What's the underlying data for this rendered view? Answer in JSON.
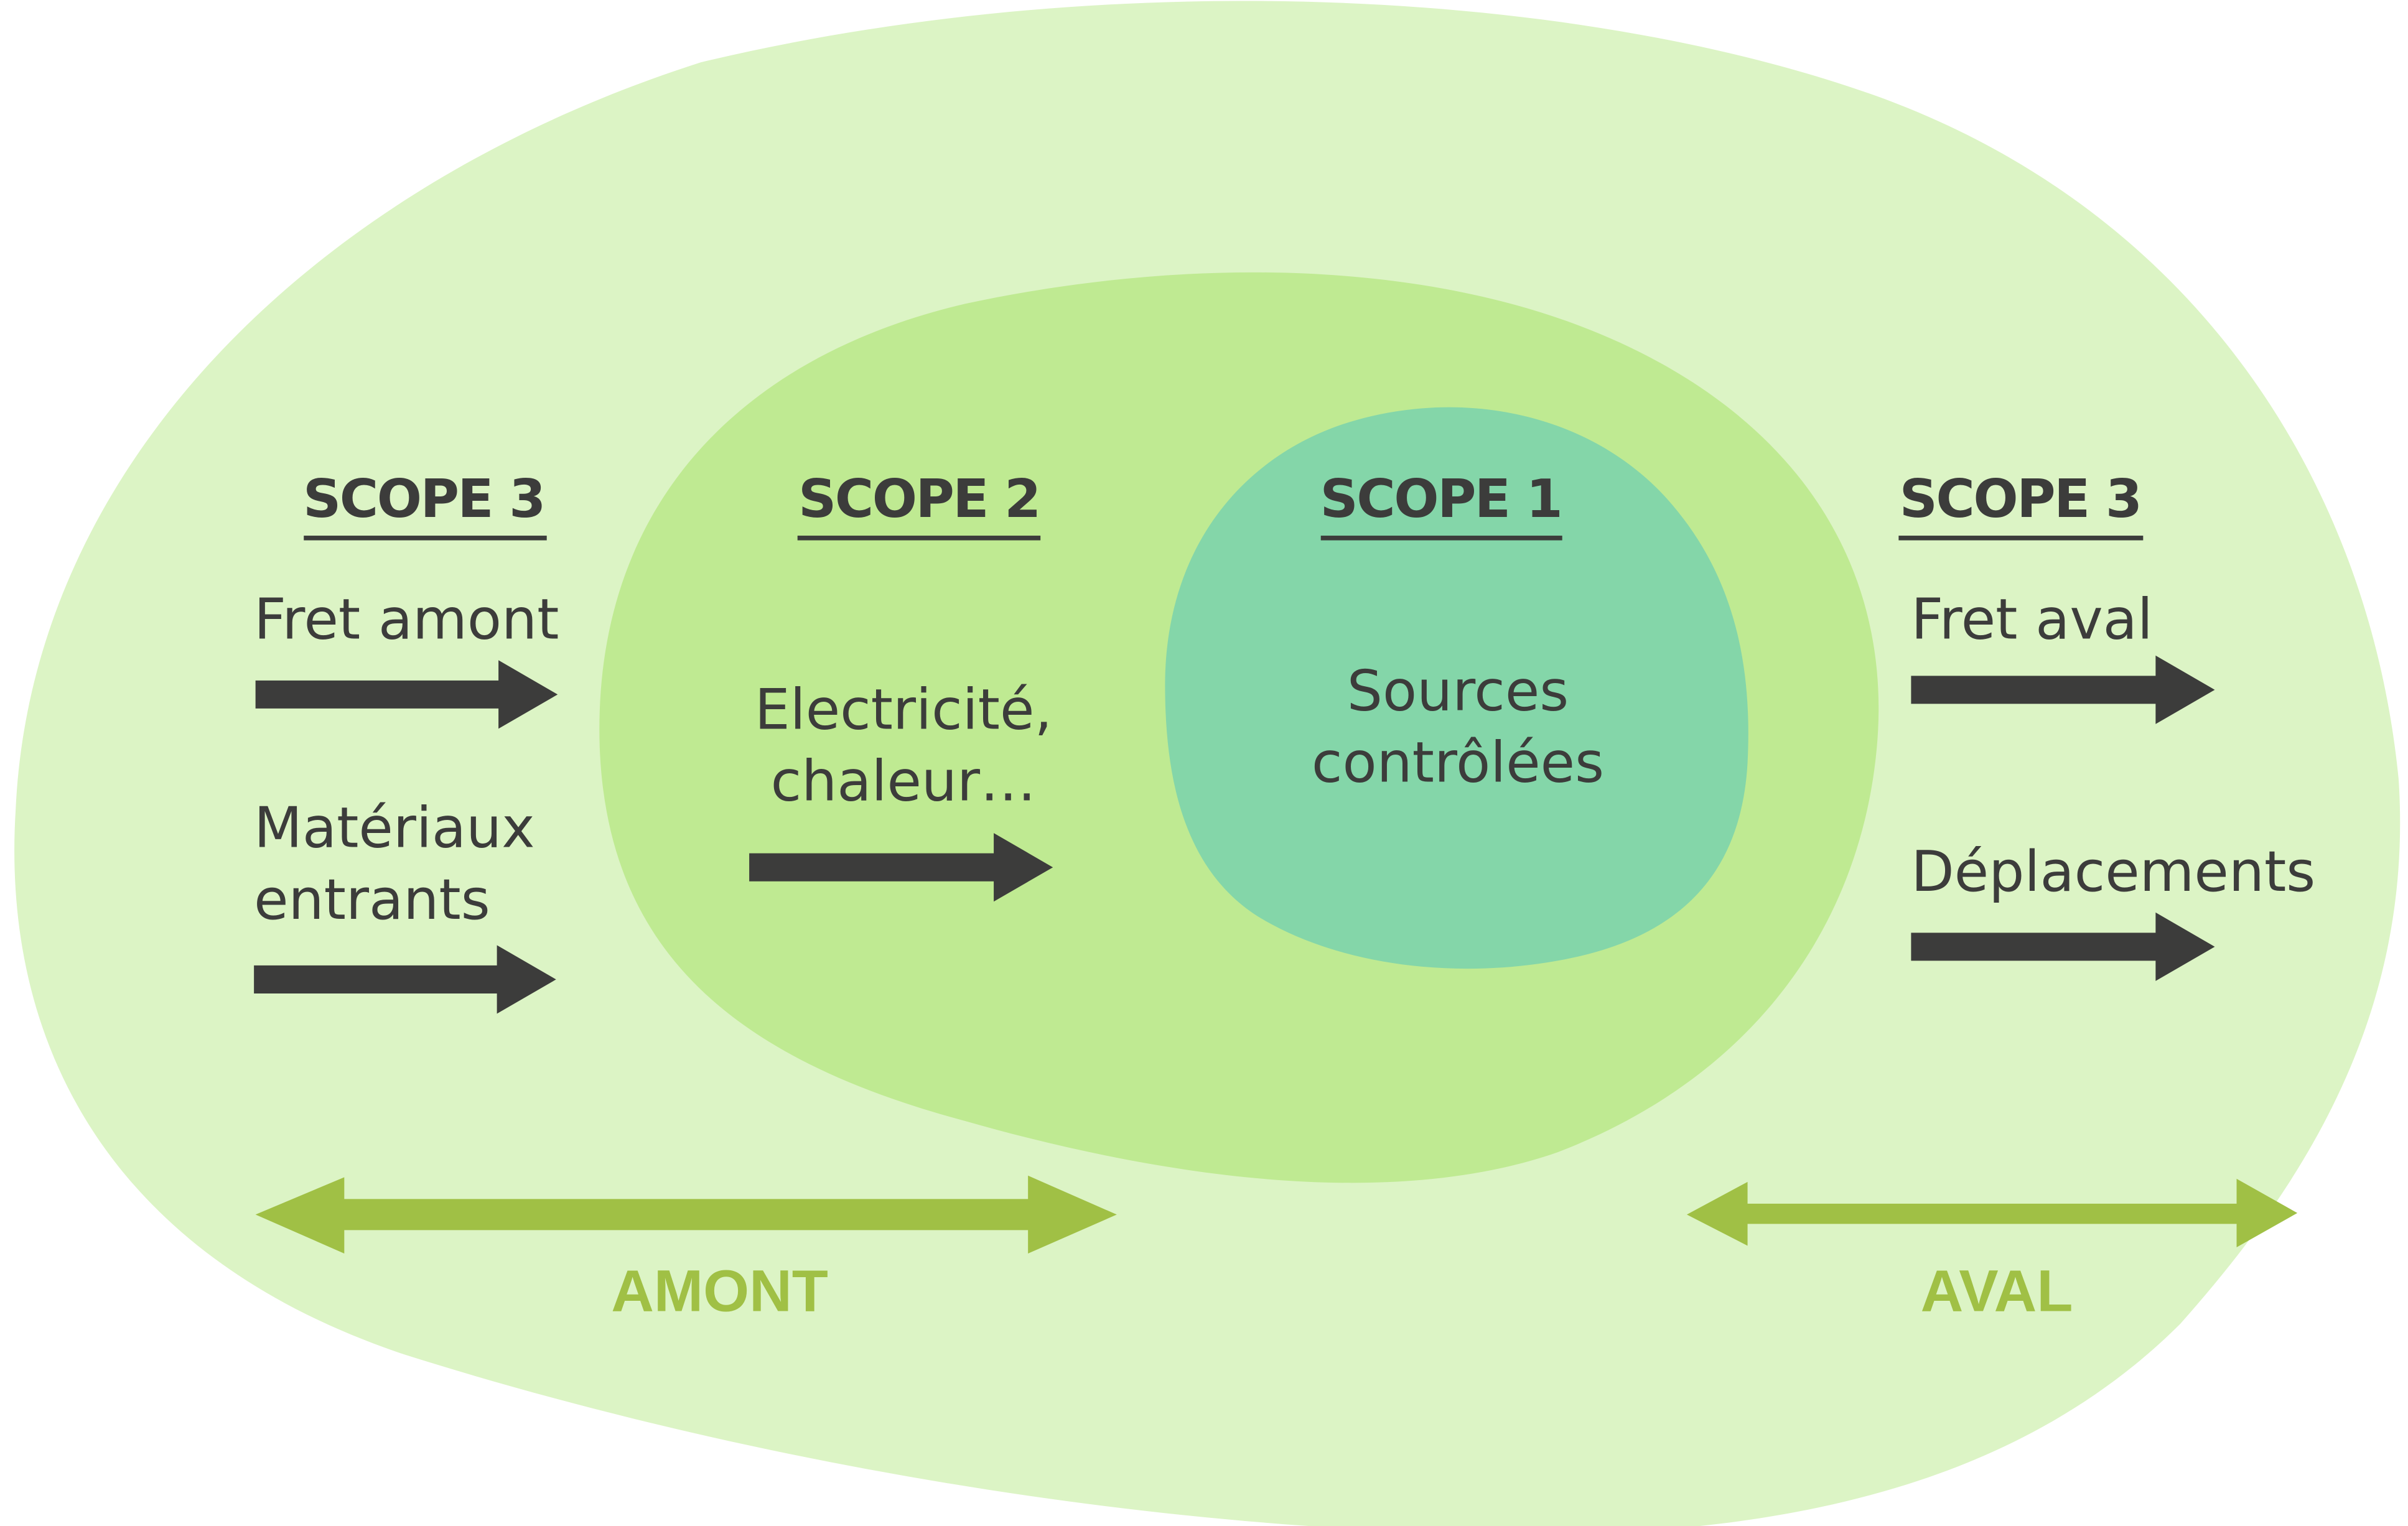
{
  "colors": {
    "outer": "#dcf4c5",
    "middle": "#bfea92",
    "inner": "#84d6a9",
    "text": "#3c3c3b",
    "accent": "#a0c045"
  },
  "scopes": {
    "scope3_upstream": {
      "title": "SCOPE 3",
      "items": [
        "Fret amont",
        "Matériaux",
        "entrants"
      ]
    },
    "scope2": {
      "title": "SCOPE 2",
      "items": [
        "Electricité,",
        "chaleur…"
      ]
    },
    "scope1": {
      "title": "SCOPE 1",
      "items": [
        "Sources",
        "contrôlées"
      ]
    },
    "scope3_downstream": {
      "title": "SCOPE 3",
      "items": [
        "Fret aval",
        "Déplacements"
      ]
    }
  },
  "directions": {
    "upstream": "AMONT",
    "downstream": "AVAL"
  }
}
